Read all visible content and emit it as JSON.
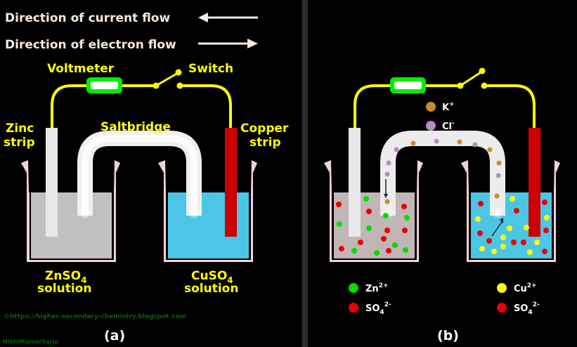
{
  "legend": {
    "current": "Direction of current flow",
    "electron": "Direction of electron flow"
  },
  "panel_a": {
    "voltmeter": "Voltmeter",
    "switch": "Switch",
    "zinc_line1": "Zinc",
    "zinc_line2": "strip",
    "copper_line1": "Copper",
    "copper_line2": "strip",
    "saltbridge": "Saltbridge",
    "left_solution_formula": "ZnSO",
    "left_solution_sub": "4",
    "left_solution_word": "solution",
    "right_solution_formula": "CuSO",
    "right_solution_sub": "4",
    "right_solution_word": "solution",
    "caption": "(a)"
  },
  "panel_b": {
    "k_ion": "K",
    "k_sup": "+",
    "cl_ion": "Cl",
    "cl_sup": "-",
    "zn_label": "Zn",
    "zn_sup": "2+",
    "so4_left": "SO",
    "so4_left_sub": "4",
    "so4_left_sup": "2-",
    "cu_label": "Cu",
    "cu_sup": "2+",
    "so4_right": "SO",
    "so4_right_sub": "4",
    "so4_right_sup": "2-",
    "caption": "(b)"
  },
  "watermark": {
    "url": "©https://higher-secondary-chemistry.blogspot.com",
    "author": "NikhilKumarSarju"
  },
  "colors": {
    "wire": "#ffff00",
    "zinc_strip": "#e8e8e8",
    "copper_strip": "#cc0000",
    "znso4": "#c0c0c0",
    "cuso4": "#4cc6e6",
    "voltmeter": "#00ee00",
    "k_ion": "#c98a2a",
    "cl_ion": "#b78bbd",
    "zn_ion": "#00dd00",
    "so4_ion": "#ee0000",
    "cu_ion": "#ffff00"
  }
}
